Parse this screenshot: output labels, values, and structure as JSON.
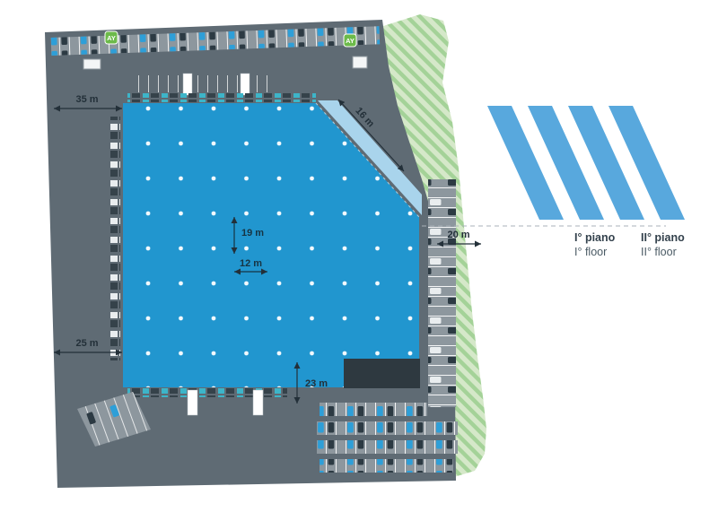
{
  "plan": {
    "dimensions": {
      "top_offset": "35 m",
      "diagonal_edge": "16 m",
      "bay_depth": "19 m",
      "bay_width": "12 m",
      "right_offset": "20 m",
      "left_offset": "25 m",
      "bottom_offset": "23 m"
    },
    "legend": {
      "floor1_line1": "I° piano",
      "floor1_line2": "I° floor",
      "floor2_line1": "II° piano",
      "floor2_line2": "II° floor"
    },
    "markers": {
      "gate_top_left": "AY",
      "gate_top_right": "AY"
    },
    "colors": {
      "building_blue": "#2196cf",
      "canopy_light_blue": "#a9d4ec",
      "pavement_gray": "#5f6b74",
      "parking_gray": "#8d979e",
      "landscape_green": "#d5e8c9",
      "landscape_hatch": "#a4d298",
      "dock_teal": "#3db5c9",
      "legend_blue": "#58a8dd",
      "gate_green": "#6cba4a",
      "text_dark": "#233039"
    }
  }
}
